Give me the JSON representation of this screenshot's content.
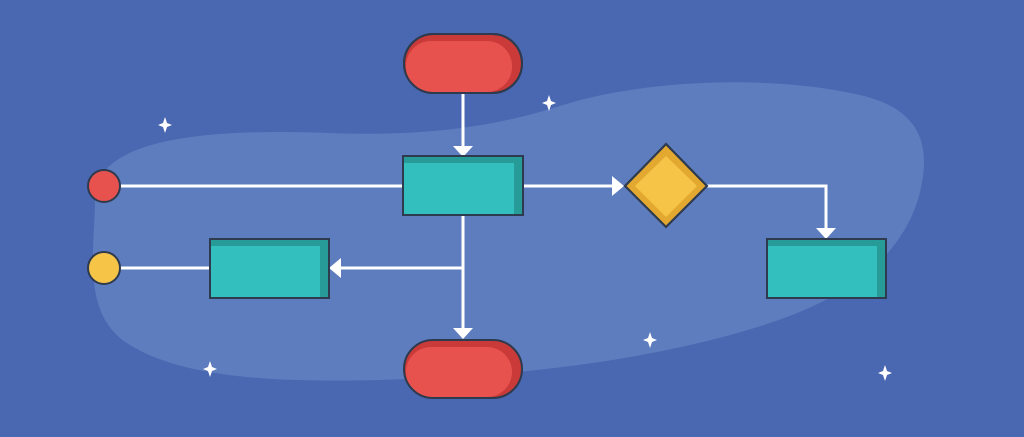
{
  "diagram": {
    "type": "flowchart",
    "colors": {
      "background": "#4A68B1",
      "blob": "#5E7DBE",
      "outline": "#2E3A4D",
      "connector": "#FFFFFF",
      "sparkle": "#FFFFFF",
      "terminal_fill": "#E8524E",
      "terminal_shade": "#C93A38",
      "process_fill": "#33BFBE",
      "process_shade": "#279B97",
      "decision_fill": "#F6C548",
      "decision_shade": "#E3A82F",
      "start_dot_red": "#E8524E",
      "start_dot_yellow": "#F6C548"
    },
    "nodes": [
      {
        "id": "terminal-top",
        "shape": "terminal",
        "label": ""
      },
      {
        "id": "process-center",
        "shape": "process",
        "label": ""
      },
      {
        "id": "decision",
        "shape": "decision",
        "label": ""
      },
      {
        "id": "process-right",
        "shape": "process",
        "label": ""
      },
      {
        "id": "process-left",
        "shape": "process",
        "label": ""
      },
      {
        "id": "terminal-bottom",
        "shape": "terminal",
        "label": ""
      },
      {
        "id": "dot-red",
        "shape": "circle",
        "label": ""
      },
      {
        "id": "dot-yellow",
        "shape": "circle",
        "label": ""
      }
    ],
    "edges": [
      {
        "from": "terminal-top",
        "to": "process-center",
        "arrow": true
      },
      {
        "from": "dot-red",
        "to": "process-center",
        "arrow": false
      },
      {
        "from": "process-center",
        "to": "decision",
        "arrow": true
      },
      {
        "from": "decision",
        "to": "process-right",
        "arrow": true
      },
      {
        "from": "process-center",
        "to": "process-left",
        "arrow": true
      },
      {
        "from": "process-center",
        "to": "terminal-bottom",
        "arrow": true
      },
      {
        "from": "dot-yellow",
        "to": "process-left",
        "arrow": false
      }
    ],
    "decorations": {
      "sparkle_count": 6
    }
  }
}
